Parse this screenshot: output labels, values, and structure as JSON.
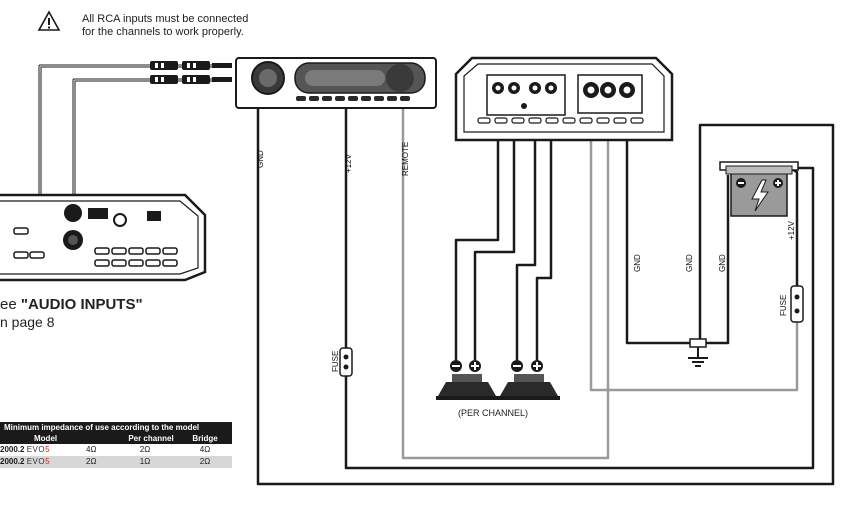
{
  "warning": {
    "line1": "All RCA inputs must be connected",
    "line2": "for the channels to work properly."
  },
  "audio_inputs": {
    "prefix": "ee ",
    "title": "\"AUDIO INPUTS\"",
    "line2": "n page 8"
  },
  "wire_labels": {
    "gnd": "GND",
    "plus12v": "+12V",
    "remote": "REMOTE",
    "fuse": "FUSE"
  },
  "speaker_caption": "(PER CHANNEL)",
  "impedance_table": {
    "title": "Minimum impedance of use according to the model",
    "columns": [
      "Model",
      "Per channel",
      "Bridge"
    ],
    "rows": [
      {
        "model": "2000.2",
        "suffix": "EVO",
        "suffix_num": "5",
        "model_ohm": "4Ω",
        "per_channel": "2Ω",
        "bridge": "4Ω"
      },
      {
        "model": "2000.2",
        "suffix": "EVO",
        "suffix_num": "5",
        "model_ohm": "2Ω",
        "per_channel": "1Ω",
        "bridge": "2Ω"
      }
    ]
  },
  "colors": {
    "wire_black": "#1a1a1a",
    "wire_gray": "#9a9a9a",
    "table_header": "#1a1a1a",
    "table_alt_row": "#d7d7d7",
    "brand_accent": "#d0202a"
  }
}
